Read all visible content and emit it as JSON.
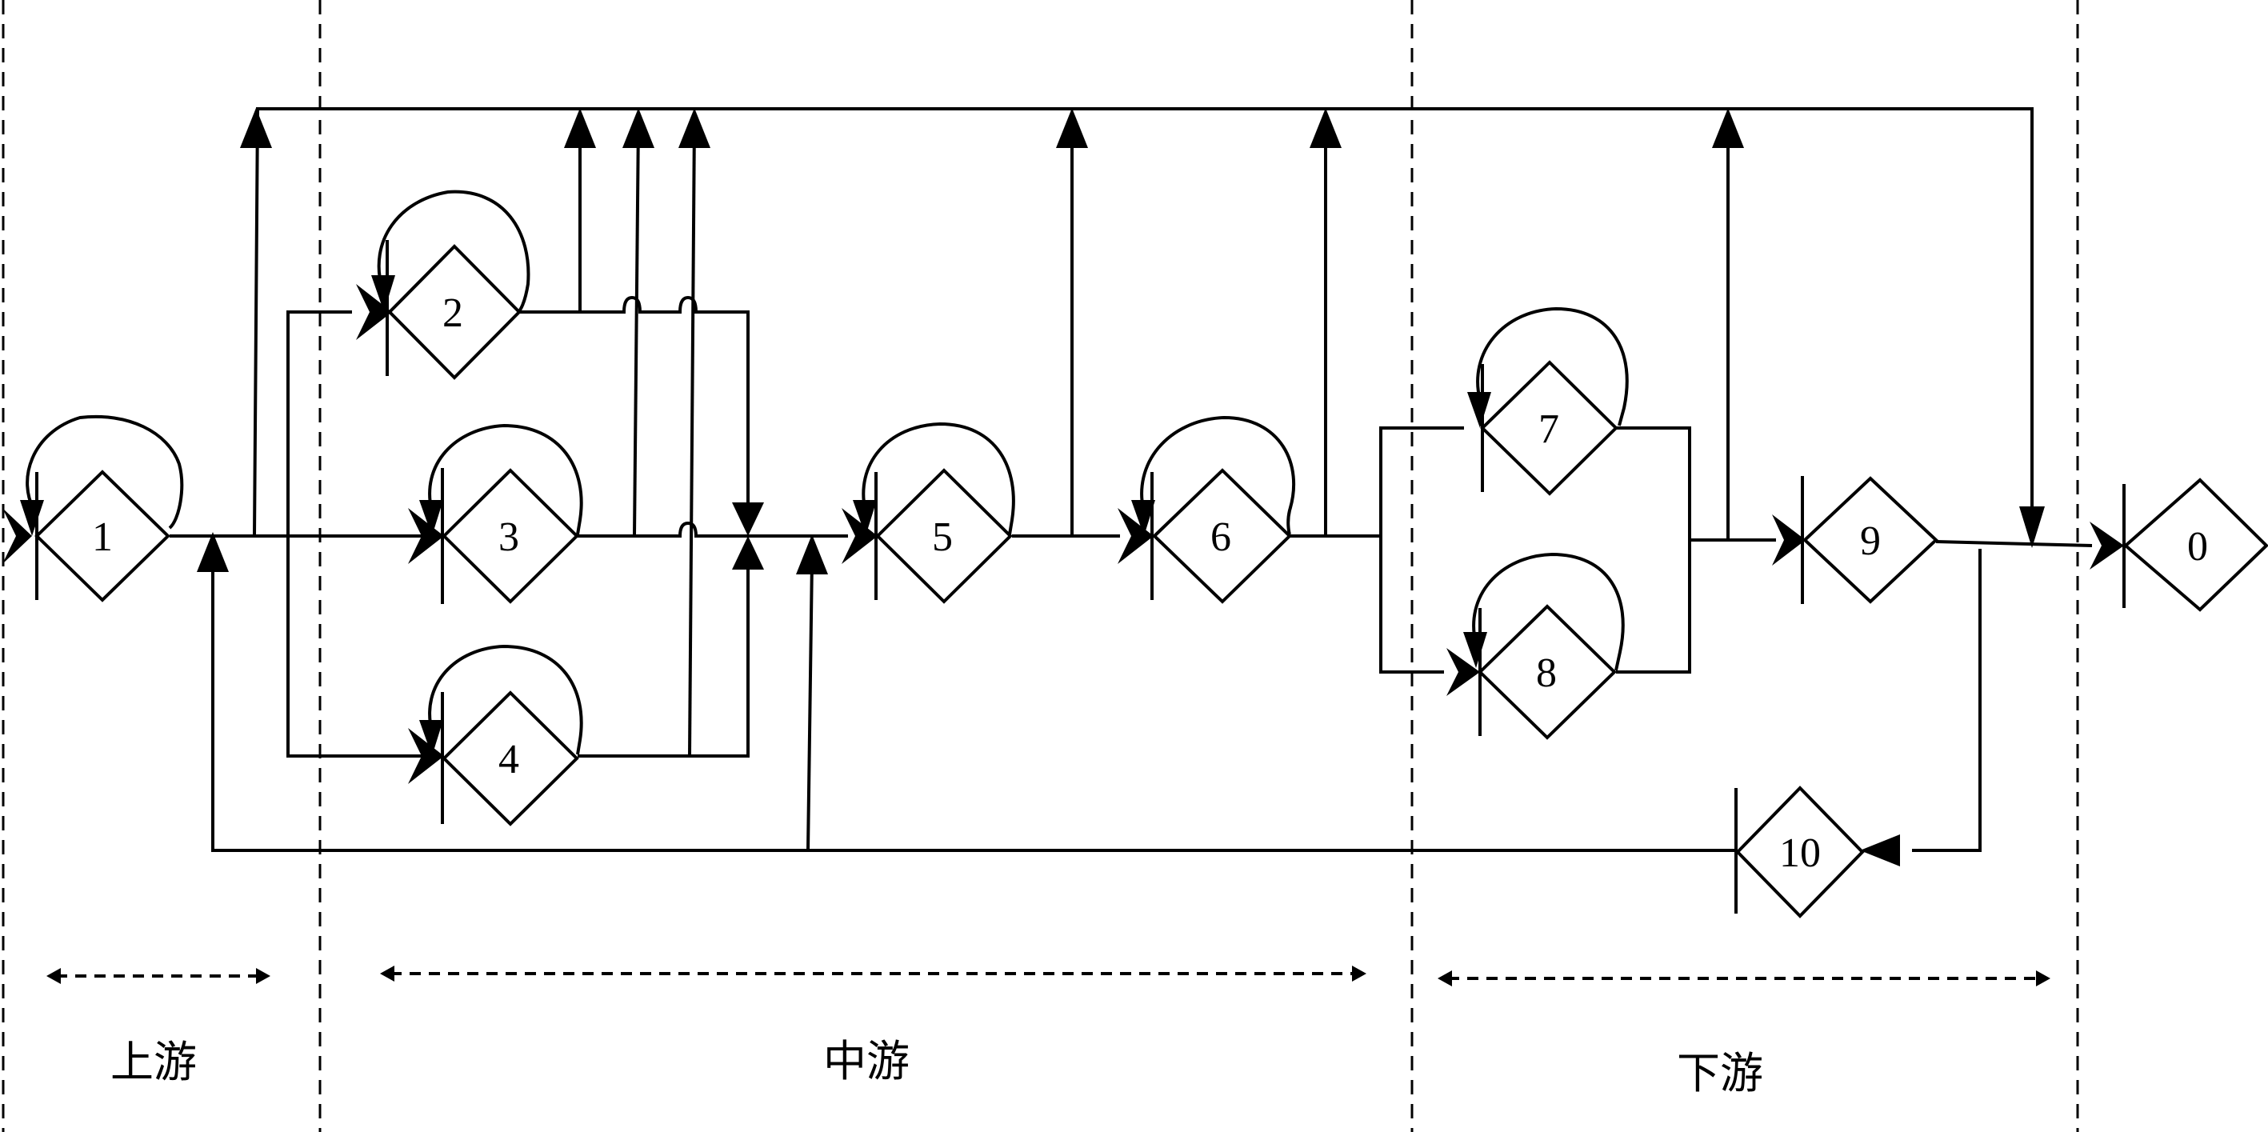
{
  "nodes": [
    {
      "id": "1",
      "label": "1"
    },
    {
      "id": "2",
      "label": "2"
    },
    {
      "id": "3",
      "label": "3"
    },
    {
      "id": "4",
      "label": "4"
    },
    {
      "id": "5",
      "label": "5"
    },
    {
      "id": "6",
      "label": "6"
    },
    {
      "id": "7",
      "label": "7"
    },
    {
      "id": "8",
      "label": "8"
    },
    {
      "id": "9",
      "label": "9"
    },
    {
      "id": "10",
      "label": "10"
    },
    {
      "id": "0",
      "label": "0"
    }
  ],
  "zones": {
    "upstream": "上游",
    "midstream": "中游",
    "downstream": "下游"
  }
}
